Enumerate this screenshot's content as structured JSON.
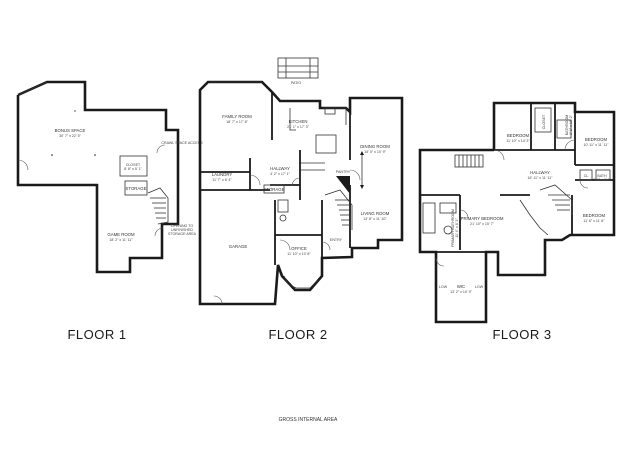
{
  "floors": [
    {
      "label": "FLOOR 1",
      "rooms": [
        {
          "id": "bonus-space",
          "name": "BONUS SPACE",
          "dims": "30' 7\" x 22' 5\""
        },
        {
          "id": "crawl-space-access",
          "name": "CRAWL SPACE ACCESS",
          "dims": ""
        },
        {
          "id": "storage",
          "name": "STORAGE",
          "dims": ""
        },
        {
          "id": "closet",
          "name": "CLOSET",
          "dims": "8' 8\" x 5' 1\""
        },
        {
          "id": "game-room",
          "name": "GAME ROOM",
          "dims": "18' 2\" x 11' 11\""
        },
        {
          "id": "opening-unfinished",
          "name": "OPENING TO UNFINISHED STORAGE AREA",
          "dims": ""
        }
      ]
    },
    {
      "label": "FLOOR 2",
      "rooms": [
        {
          "id": "patio",
          "name": "PATIO",
          "dims": ""
        },
        {
          "id": "family-room",
          "name": "FAMILY ROOM",
          "dims": "18' 7\" x 17' 8\""
        },
        {
          "id": "kitchen",
          "name": "KITCHEN",
          "dims": "21' 1\" x 17' 3\""
        },
        {
          "id": "dining-room",
          "name": "DINING ROOM",
          "dims": "15' 0\" x 10' 9\""
        },
        {
          "id": "laundry",
          "name": "LAUNDRY",
          "dims": "11' 7\" x 6' 4\""
        },
        {
          "id": "hallway",
          "name": "HALLWAY",
          "dims": "4' 2\" x 17' 1\""
        },
        {
          "id": "pantry",
          "name": "PANTRY",
          "dims": ""
        },
        {
          "id": "storage",
          "name": "STORAGE",
          "dims": ""
        },
        {
          "id": "garage",
          "name": "GARAGE",
          "dims": ""
        },
        {
          "id": "living-room",
          "name": "LIVING ROOM",
          "dims": "13' 8\" x 11' 10\""
        },
        {
          "id": "office",
          "name": "OFFICE",
          "dims": "11' 10\" x 10' 8\""
        },
        {
          "id": "entry",
          "name": "ENTRY",
          "dims": ""
        }
      ]
    },
    {
      "label": "FLOOR 3",
      "rooms": [
        {
          "id": "bedroom-1",
          "name": "BEDROOM",
          "dims": "11' 10\" x 14' 3\""
        },
        {
          "id": "closet",
          "name": "CLOSET",
          "dims": ""
        },
        {
          "id": "bathroom",
          "name": "BATHROOM",
          "dims": "8' 1\" x 10' 2\""
        },
        {
          "id": "bedroom-2",
          "name": "BEDROOM",
          "dims": "10' 11\" x 11' 11\""
        },
        {
          "id": "hallway",
          "name": "HALLWAY",
          "dims": "16' 11\" x 11' 11\""
        },
        {
          "id": "cl",
          "name": "CL",
          "dims": ""
        },
        {
          "id": "bath",
          "name": "BATH",
          "dims": "5' 8\" x 8' 1\""
        },
        {
          "id": "primary-bathroom",
          "name": "PRIMARY BATHROOM",
          "dims": "11' 4\" x 8' 3\""
        },
        {
          "id": "primary-bedroom",
          "name": "PRIMARY BEDROOM",
          "dims": "21' 10\" x 15' 7\""
        },
        {
          "id": "bedroom-3",
          "name": "BEDROOM",
          "dims": "11' 6\" x 11' 6\""
        },
        {
          "id": "wic",
          "name": "WIC",
          "dims": "13' 2\" x 10' 9\""
        }
      ],
      "notes": [
        "LOW",
        "LOW"
      ]
    }
  ],
  "footer": {
    "label": "GROSS INTERNAL AREA"
  }
}
